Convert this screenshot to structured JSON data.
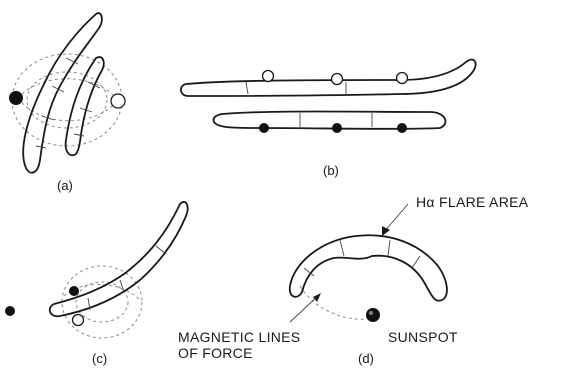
{
  "panels": {
    "a": {
      "label": "(a)"
    },
    "b": {
      "label": "(b)"
    },
    "c": {
      "label": "(c)"
    },
    "d": {
      "label": "(d)"
    }
  },
  "annotations": {
    "flare_area": {
      "prefix": "H",
      "greek": "α",
      "suffix": " FLARE AREA"
    },
    "magnetic_lines": {
      "line1": "MAGNETIC LINES",
      "line2": "OF FORCE"
    },
    "sunspot": "SUNSPOT"
  }
}
